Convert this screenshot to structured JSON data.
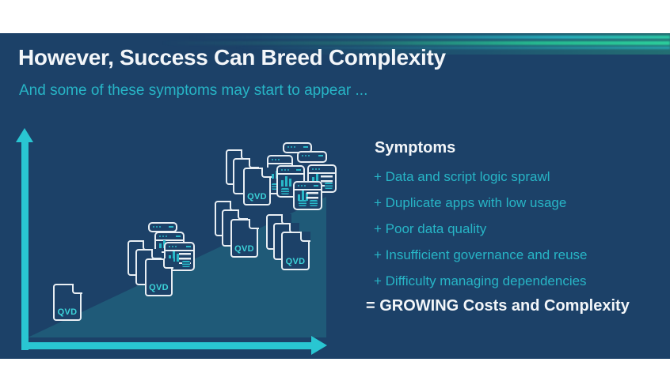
{
  "slide": {
    "title": "However, Success Can Breed Complexity",
    "subtitle": "And some of these symptoms may start to appear ...",
    "symptoms": {
      "heading": "Symptoms",
      "items": [
        "+ Data and script logic sprawl",
        "+ Duplicate apps with low usage",
        "+ Poor data quality",
        "+ Insufficient governance and reuse",
        "+ Difficulty managing dependencies"
      ],
      "conclusion": "= GROWING Costs and Complexity"
    },
    "diagram": {
      "qvd_label": "QVD"
    },
    "icons": {
      "qvd_document_icon": "file outline with folded corner labeled QVD",
      "app_window_icon": "rounded window with 3-dot title bar, mini chart and list",
      "y_axis_arrow_icon": "up arrow",
      "x_axis_arrow_icon": "right arrow"
    },
    "colors": {
      "background_navy": "#1c4168",
      "wedge_teal": "#1f5a78",
      "arrow_cyan": "#29c6d2",
      "text_teal": "#27b5c6",
      "qvd_label_teal": "#3cd3d9",
      "icon_outline": "#e8eef3",
      "title_white": "#f3f6f9",
      "glow_green": "#2eb884"
    }
  }
}
